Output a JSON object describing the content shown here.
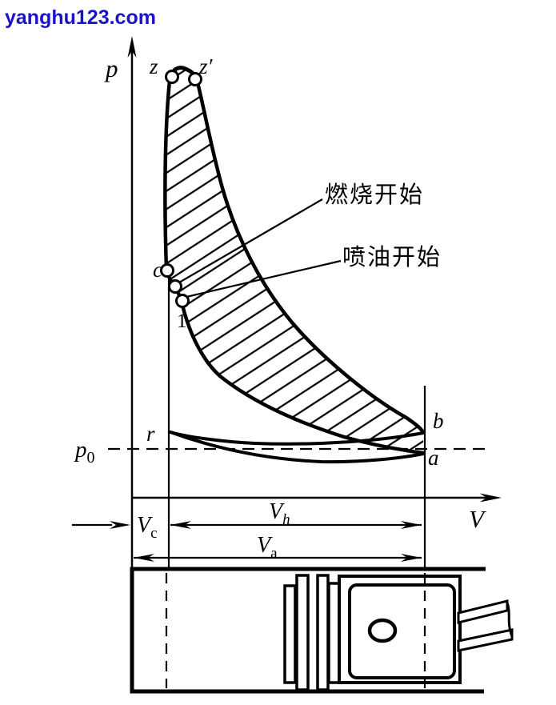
{
  "watermark": {
    "text": "yanghu123.com"
  },
  "axes": {
    "pressure_label": "p",
    "volume_label": "V"
  },
  "reference": {
    "ambient_pressure_main": "p",
    "ambient_pressure_sub": "0"
  },
  "points": {
    "z": "z",
    "z_prime": "z′",
    "c": "c",
    "one": "1",
    "r": "r",
    "b": "b",
    "a": "a"
  },
  "annotations": {
    "combustion_start": "燃烧开始",
    "injection_start": "喷油开始"
  },
  "dimensions": {
    "vc": {
      "main": "V",
      "sub": "c"
    },
    "vh": {
      "main": "V",
      "sub": "h"
    },
    "va": {
      "main": "V",
      "sub": "a"
    }
  },
  "colors": {
    "ink": "#000000",
    "background": "#ffffff",
    "watermark_blue": "#1a14c9"
  }
}
